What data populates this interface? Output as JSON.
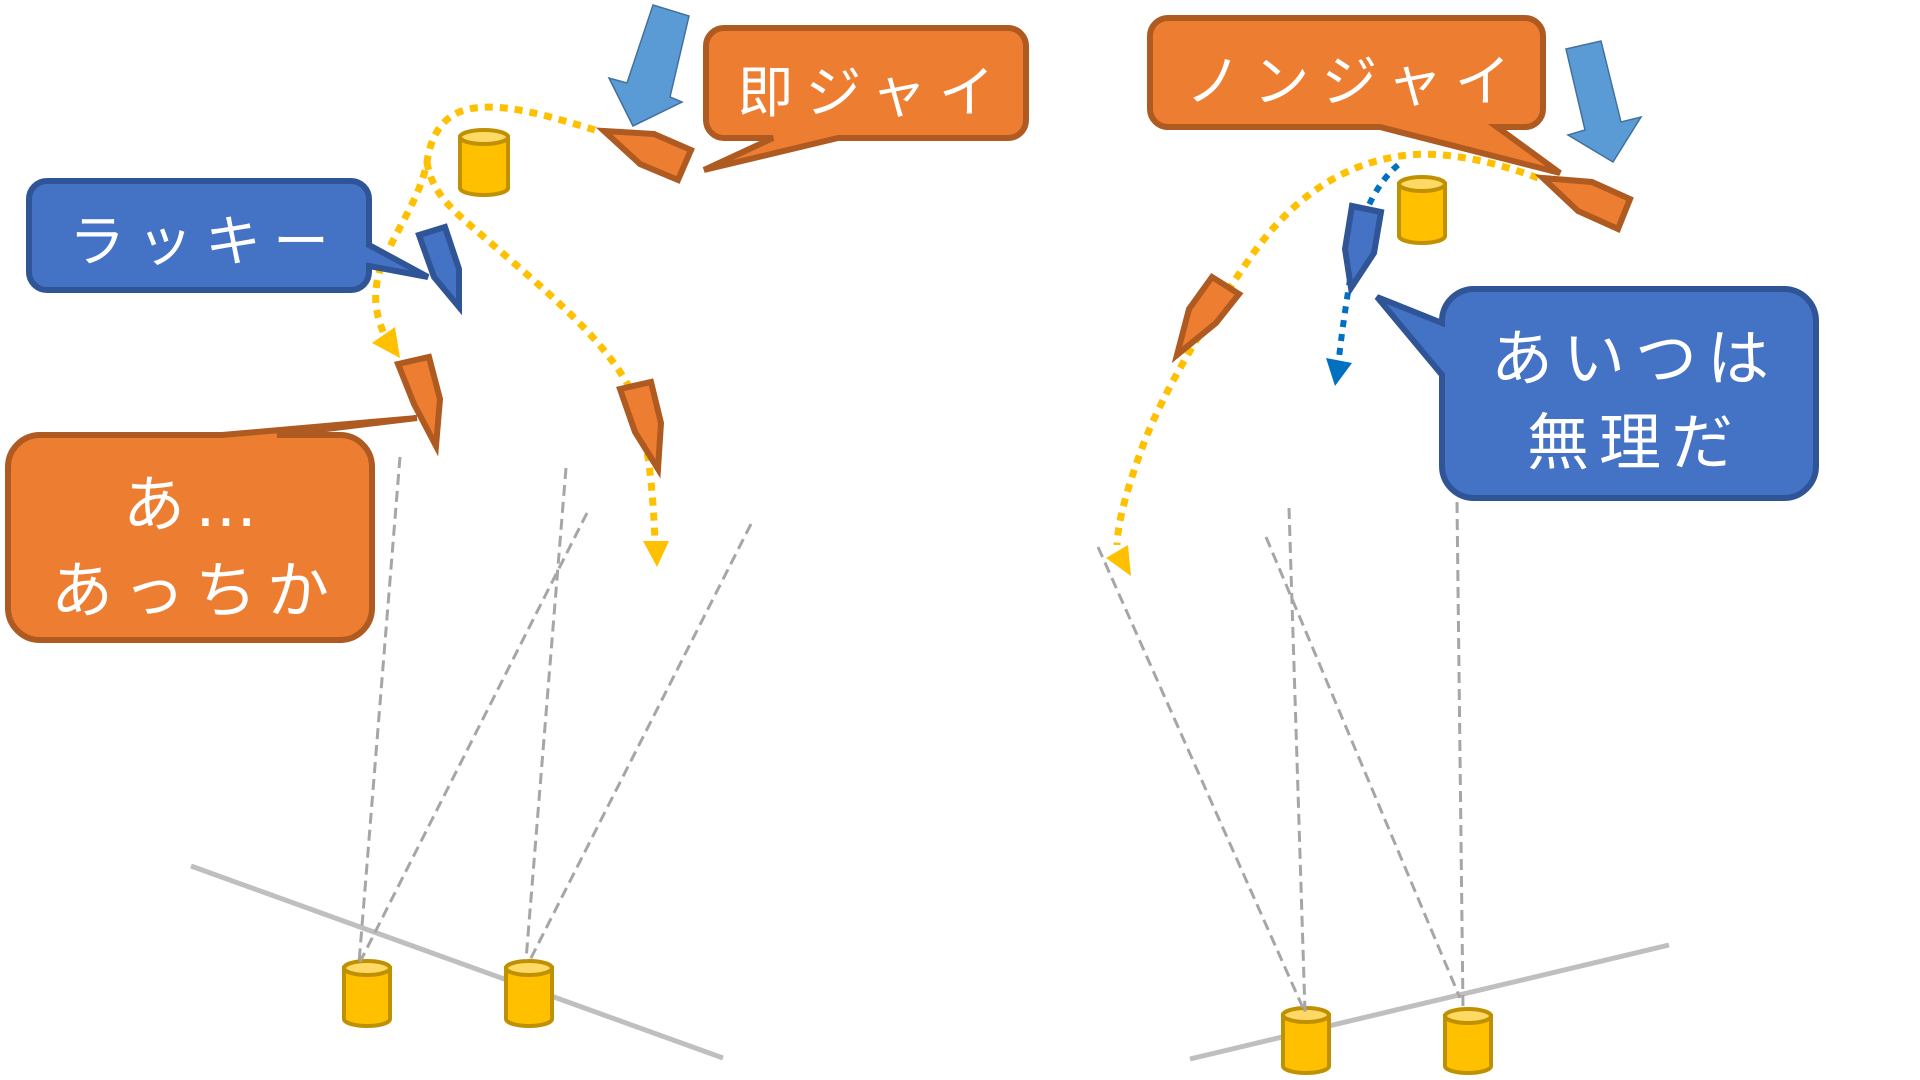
{
  "diagram": {
    "left_scene": {
      "callouts": {
        "soku_jai": {
          "text": "即ジャイ"
        },
        "lucky": {
          "text": "ラッキー"
        },
        "acchika": {
          "line1": "あ…",
          "line2": "あっちか"
        }
      }
    },
    "right_scene": {
      "callouts": {
        "non_jai": {
          "text": "ノンジャイ"
        },
        "aitsu_muri": {
          "line1": "あいつは",
          "line2": "無理だ"
        }
      }
    }
  },
  "colors": {
    "orange_fill": "#ED7D31",
    "orange_stroke": "#AE5A21",
    "blue_fill": "#4472C4",
    "blue_stroke": "#2F5597",
    "arrow_fill": "#5B9BD5",
    "arrow_stroke": "#41719C",
    "cylinder_fill": "#FFC000",
    "cylinder_top": "#FFD966",
    "cylinder_stroke": "#BF9000",
    "dotted_yellow": "#FFC000",
    "dotted_blue": "#0070C0",
    "dashed_gray": "#A6A6A6",
    "line_gray": "#BFBFBF",
    "text": "#FFFFFF"
  }
}
